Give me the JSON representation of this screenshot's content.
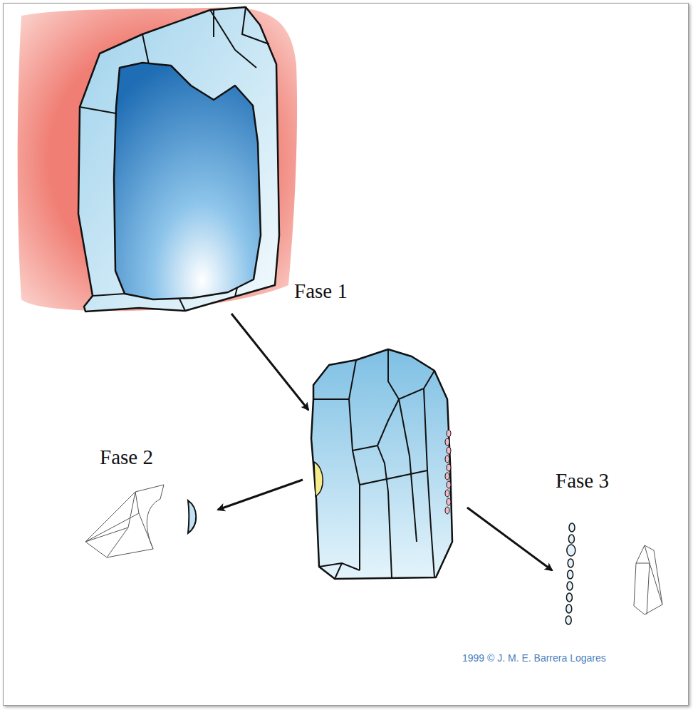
{
  "diagram": {
    "labels": [
      "Fase 1",
      "Fase 2",
      "Fase 3",
      "1999 © J. M. E. Barrera Logares"
    ]
  }
}
